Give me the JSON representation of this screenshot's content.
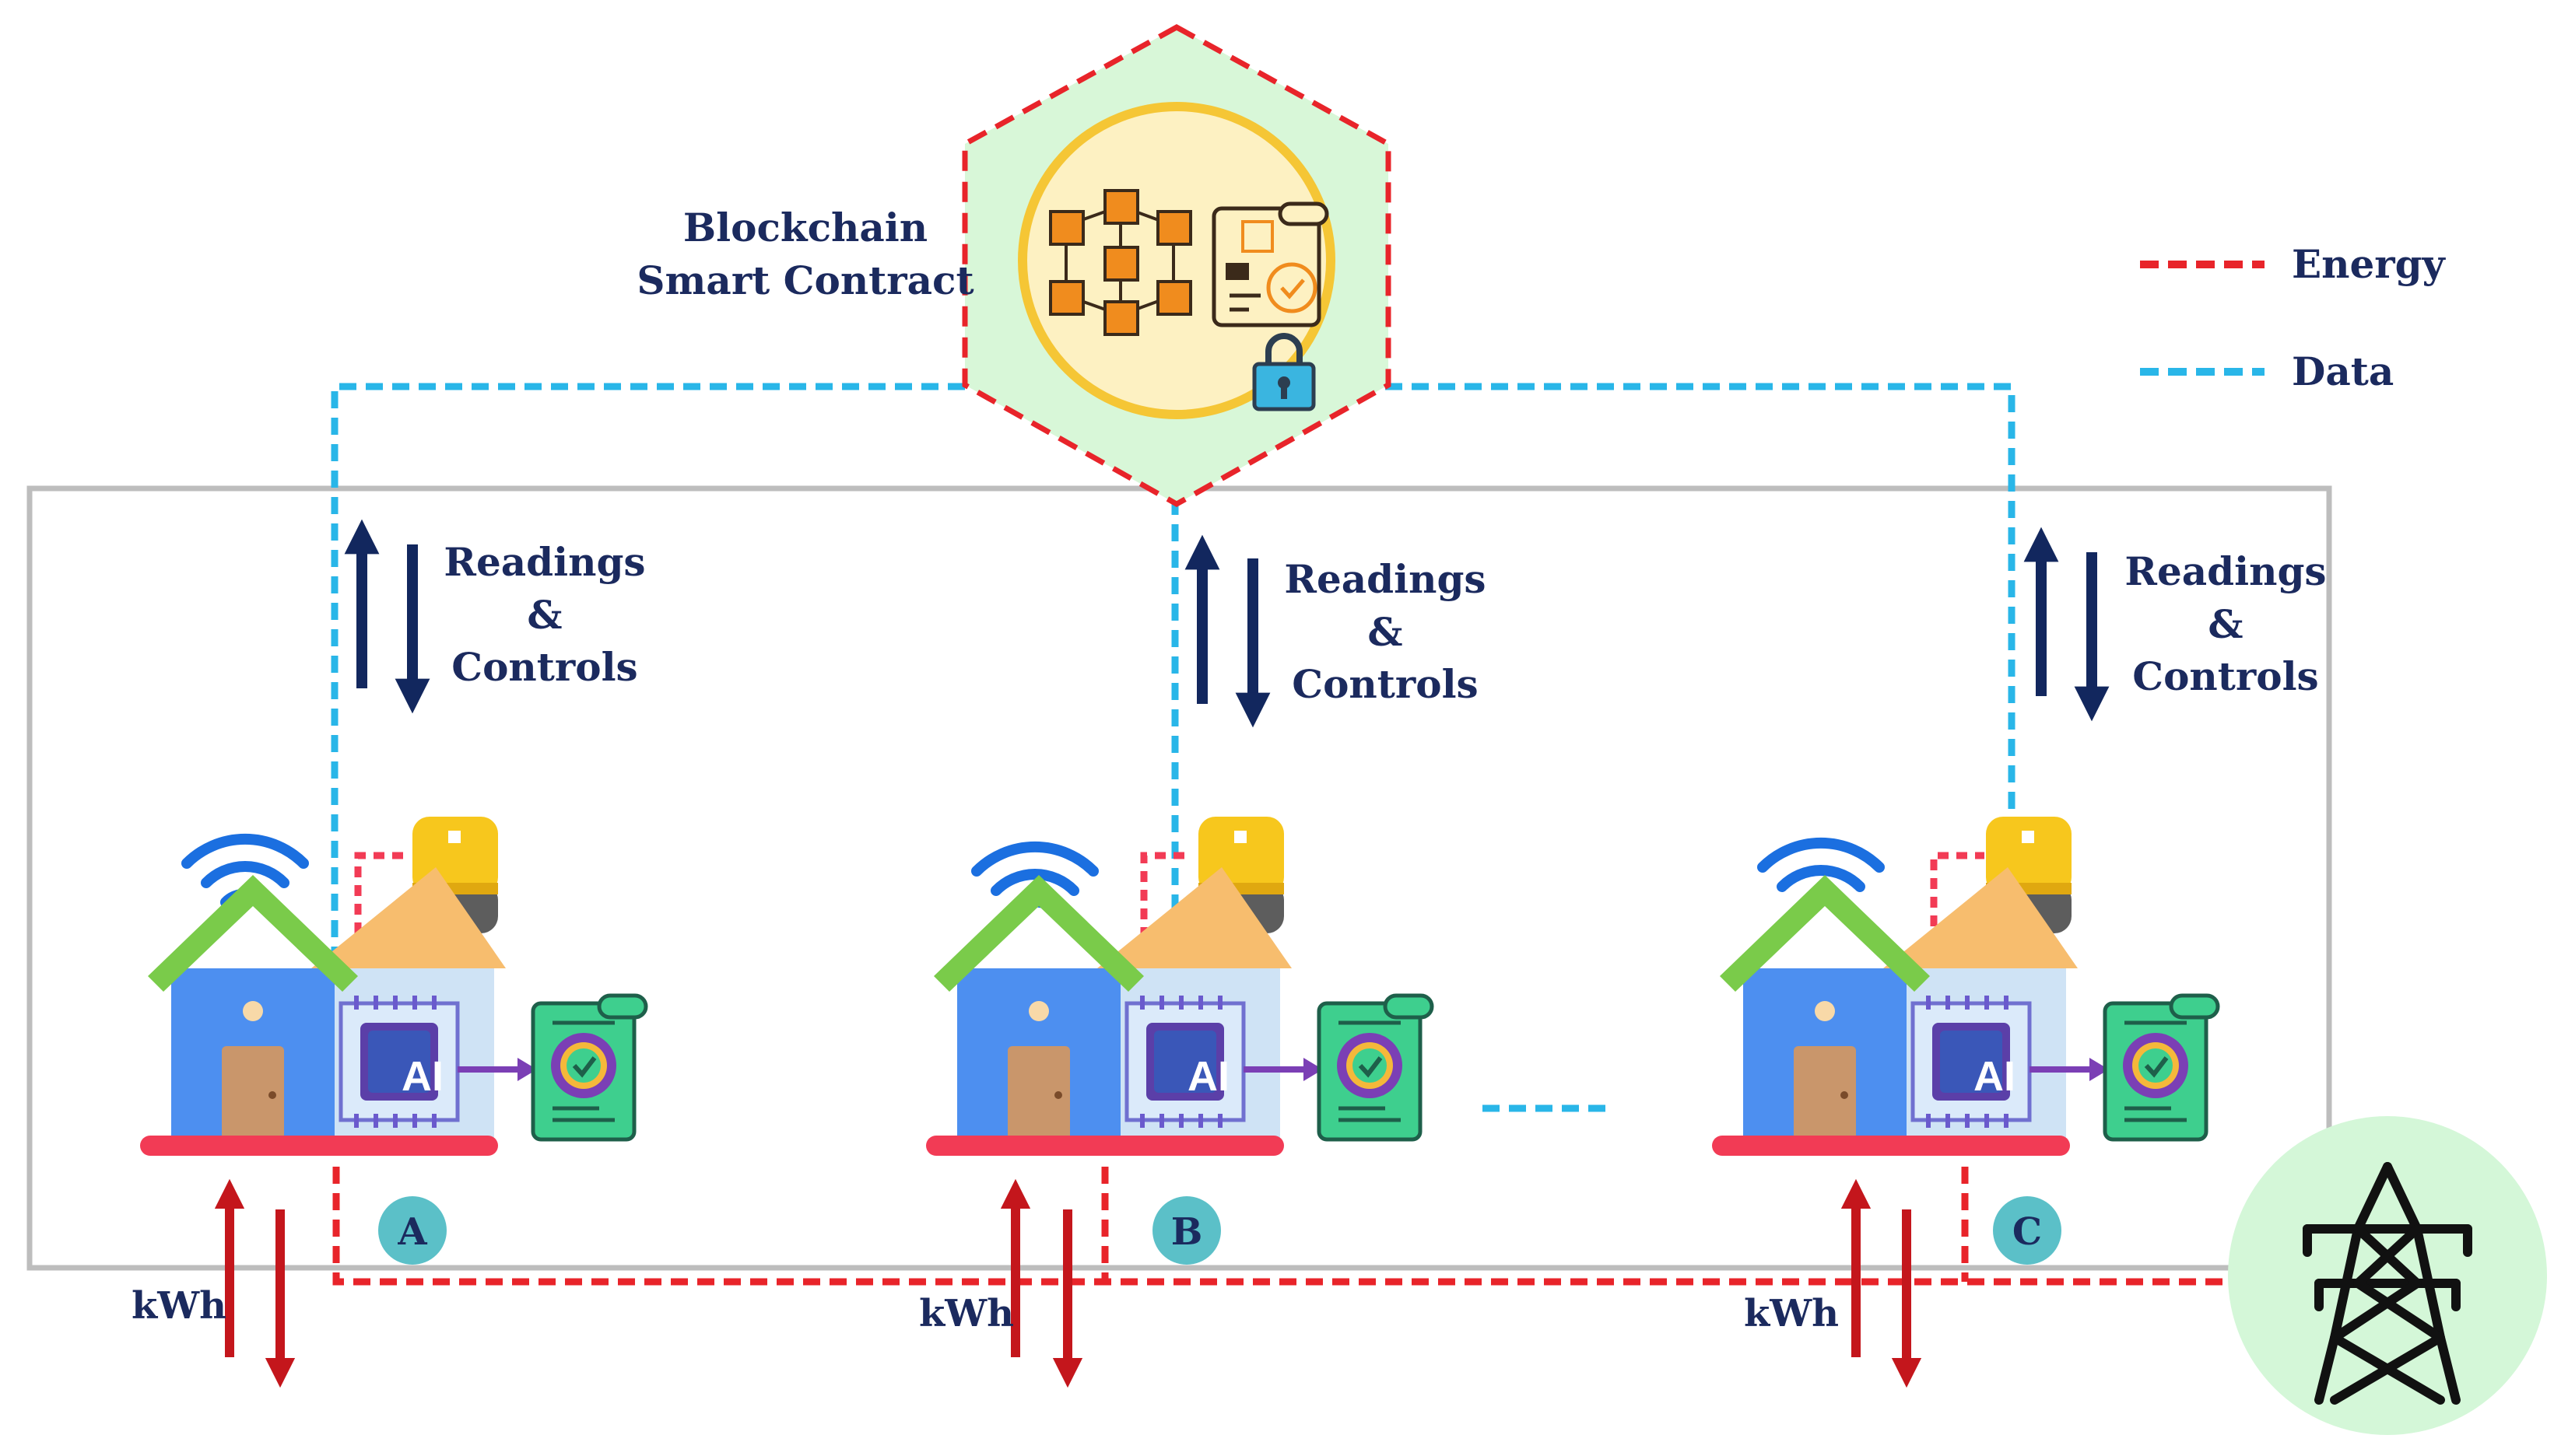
{
  "blockchain": {
    "label_line1": "Blockchain",
    "label_line2": "Smart Contract"
  },
  "legend": {
    "energy_label": "Energy",
    "data_label": "Data",
    "energy_color": "#e8242a",
    "data_color": "#29b6e8"
  },
  "homes": [
    {
      "id": "A",
      "readings_line1": "Readings",
      "readings_line2": "&",
      "readings_line3": "Controls",
      "energy_label": "kWh",
      "ai_label": "AI"
    },
    {
      "id": "B",
      "readings_line1": "Readings",
      "readings_line2": "&",
      "readings_line3": "Controls",
      "energy_label": "kWh",
      "ai_label": "AI"
    },
    {
      "id": "C",
      "readings_line1": "Readings",
      "readings_line2": "&",
      "readings_line3": "Controls",
      "energy_label": "kWh",
      "ai_label": "AI"
    }
  ],
  "icons": {
    "blockchain": "blockchain-network-icon",
    "contract": "smart-contract-icon",
    "lock": "padlock-icon",
    "grid": "power-tower-icon",
    "wifi": "wifi-icon",
    "meter": "smart-meter-icon",
    "house": "house-icon",
    "ai_chip": "ai-chip-icon",
    "contract_scroll": "contract-scroll-icon"
  },
  "colors": {
    "frame": "#bdbdbd",
    "arrow_data": "#12275e",
    "arrow_energy": "#c4161c",
    "hexagon_fill": "#d8f7d8",
    "grid_fill": "#d4f7d8",
    "node_circle": "#5bc0c8"
  }
}
